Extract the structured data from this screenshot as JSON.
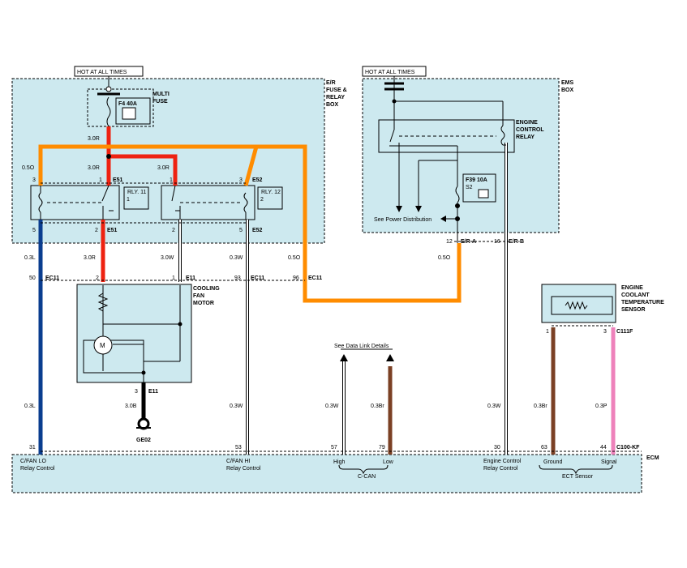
{
  "colors": {
    "box_fill": "#cde9ef",
    "wire_red": "#ee2211",
    "wire_orange": "#ff8c00",
    "wire_blue": "#0a3d8f",
    "wire_brown": "#7b4024",
    "wire_pink": "#ee82bb",
    "wire_white": "#ffffff"
  },
  "labels": {
    "hot_left": "HOT AT ALL TIMES",
    "hot_right": "HOT AT ALL TIMES",
    "er_box": [
      "E/R",
      "FUSE &",
      "RELAY",
      "BOX"
    ],
    "multi_fuse": [
      "MULTI",
      "FUSE"
    ],
    "fuse_f4": "F4 40A",
    "ems_box": [
      "EMS",
      "BOX"
    ],
    "ecr": [
      "ENGINE",
      "CONTROL",
      "RELAY"
    ],
    "fuse_f39": "F39 10A",
    "fuse_f39_sub": "S2",
    "see_power": "See Power Distribution",
    "rly11": "RLY. 11",
    "rly12": "RLY. 12",
    "cooling_fan": [
      "COOLING",
      "FAN",
      "MOTOR"
    ],
    "motor": "M",
    "ect_sensor": [
      "ENGINE",
      "COOLANT",
      "TEMPERATURE",
      "SENSOR"
    ],
    "data_link": "See Data Link Details",
    "ecm": "ECM",
    "ground": "GE02",
    "c_can": "C-CAN",
    "ect_group": "ECT Sensor"
  },
  "wire_specs": {
    "w30r_top": "3.0R",
    "w05o_left": "0.5O",
    "w30r_e51": "3.0R",
    "w30r_e52": "3.0R",
    "w03l_a": "0.3L",
    "w30r_b": "3.0R",
    "w30w": "3.0W",
    "w03w_a": "0.3W",
    "w05o_b": "0.5O",
    "w05o_c": "0.5O",
    "w03l_b": "0.3L",
    "w30b": "3.0B",
    "w03w_b": "0.3W",
    "w03w_c": "0.3W",
    "w03br_a": "0.3Br",
    "w03w_d": "0.3W",
    "w03br_b": "0.3Br",
    "w03p": "0.3P"
  },
  "connectors": {
    "e51_top": "E51",
    "e52_top": "E52",
    "e51_bot": "E51",
    "e52_bot": "E52",
    "er_a": "E/R-A",
    "er_b": "E/R-B",
    "ec11_a": "EC11",
    "e11_a": "E11",
    "ec11_b": "EC11",
    "ec11_c": "EC11",
    "e11_b": "E11",
    "c111f": "C111F",
    "c100kf": "C100-KF"
  },
  "pins": {
    "p3_e51": "3",
    "p1_e51": "1",
    "p1_e52": "1",
    "p3_e52": "3",
    "p5_e51": "5",
    "p2_e51": "2",
    "p2_e52": "2",
    "p5_e52": "5",
    "p12": "12",
    "p16": "16",
    "p50": "50",
    "p2_e11": "2",
    "p1_e11": "1",
    "p93": "93",
    "p96": "96",
    "p3_e11": "3",
    "p1_ect": "1",
    "p3_ect": "3",
    "p31": "31",
    "p53": "53",
    "p57": "57",
    "p79": "79",
    "p30": "30",
    "p63": "63",
    "p44": "44",
    "rly11_pin": "1",
    "rly12_pin": "2"
  },
  "ecm_pins": {
    "cfan_lo": [
      "C/FAN LO",
      "Relay Control"
    ],
    "cfan_hi": [
      "C/FAN HI",
      "Relay Control"
    ],
    "high": "High",
    "low": "Low",
    "ecr_ctrl": [
      "Engine Control",
      "Relay Control"
    ],
    "ground": "Ground",
    "signal": "Signal"
  }
}
